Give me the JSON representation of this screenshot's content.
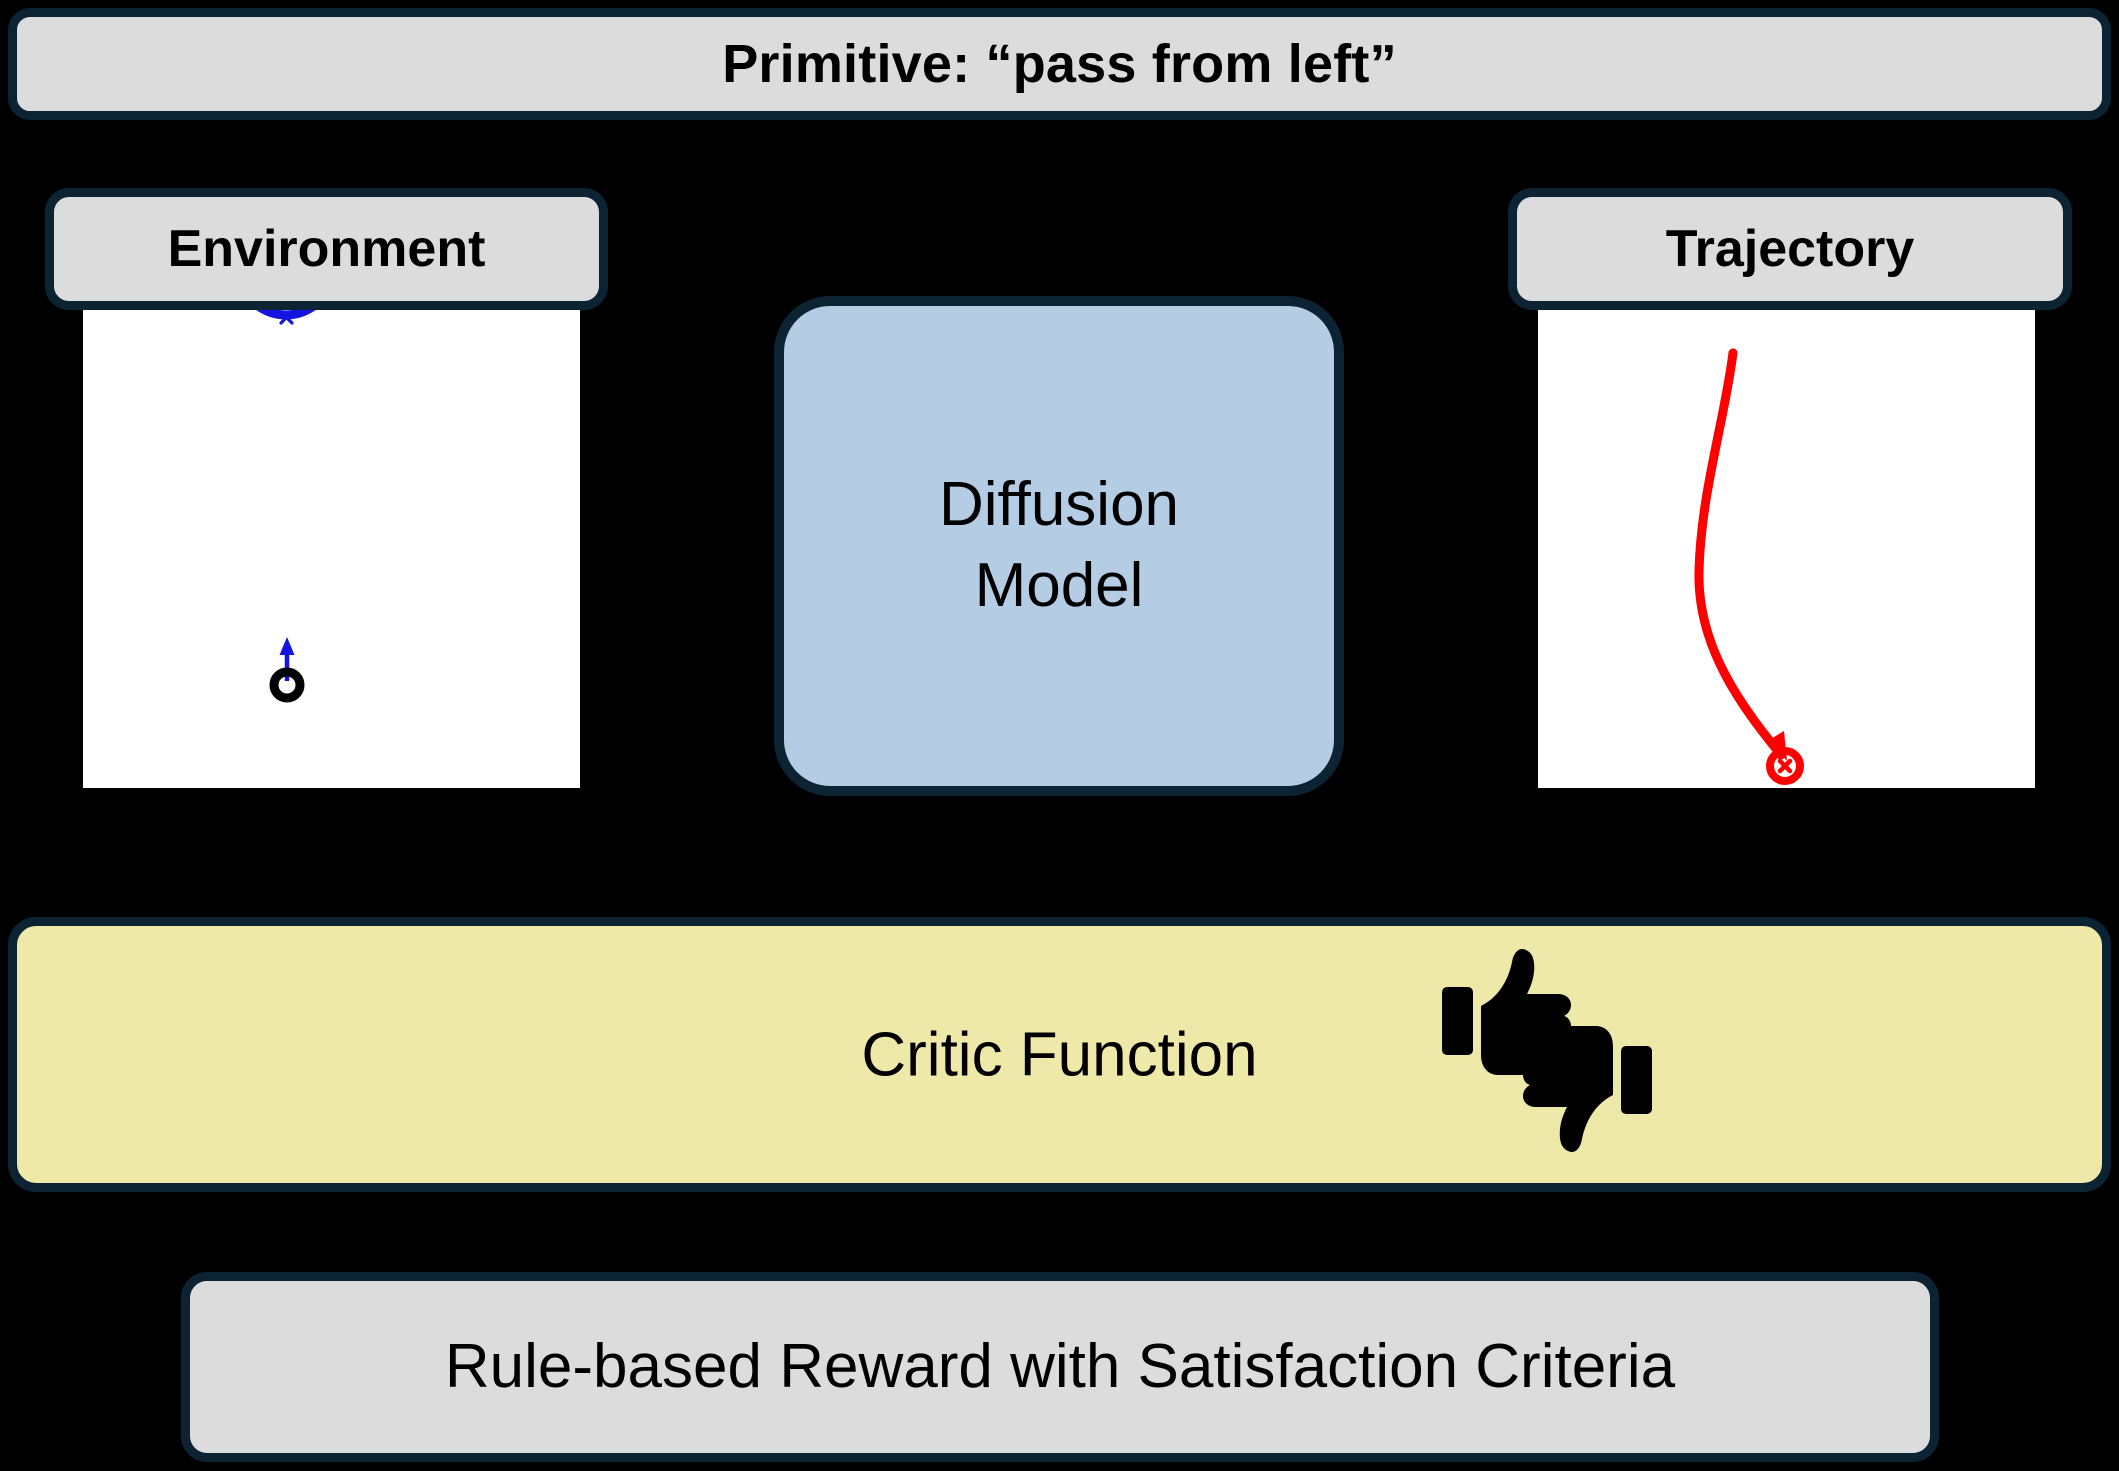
{
  "title": {
    "text": "Primitive: “pass from left”"
  },
  "panels": {
    "environment": {
      "header": "Environment",
      "goal_marker": "x",
      "goal_color": "#1414E1",
      "agent_color": "#000000",
      "heading_arrow_color": "#1414E1",
      "canvas_color": "#FFFFFF"
    },
    "trajectory": {
      "header": "Trajectory",
      "path_color": "#FF0000",
      "end_marker": "x",
      "canvas_color": "#FFFFFF"
    }
  },
  "model": {
    "line1": "Diffusion",
    "line2": "Model",
    "fill_color": "#B4CCE4"
  },
  "critic": {
    "label": "Critic Function",
    "fill_color": "#EEE8A9",
    "icons": [
      "thumbs-up-icon",
      "thumbs-down-icon"
    ]
  },
  "reward": {
    "label": "Rule-based Reward with Satisfaction Criteria"
  },
  "theme": {
    "background": "#000000",
    "border_color": "#0C2333",
    "plate_fill": "#DCDCDC"
  },
  "chart_data": {
    "type": "line",
    "title": "Trajectory",
    "xlabel": "",
    "ylabel": "",
    "xlim": [
      0,
      497
    ],
    "ylim": [
      0,
      485
    ],
    "grid": false,
    "legend": "none",
    "series": [
      {
        "name": "generated trajectory",
        "color": "#FF0000",
        "x": [
          195,
          188,
          178,
          168,
          162,
          160,
          167,
          183,
          204,
          228,
          247
        ],
        "y": [
          50,
          100,
          160,
          215,
          255,
          290,
          330,
          375,
          415,
          450,
          462
        ]
      }
    ],
    "annotations": [
      {
        "name": "start-point",
        "x": 195,
        "y": 50,
        "marker": "dot"
      },
      {
        "name": "end-point",
        "x": 247,
        "y": 462,
        "marker": "circle-x"
      }
    ],
    "environment_markers": [
      {
        "name": "goal-circle",
        "x": 203,
        "y": -35,
        "r": 47,
        "marker": "x",
        "color": "#1414E1"
      },
      {
        "name": "agent",
        "x": 204,
        "y": 382,
        "r": 13,
        "heading": "up",
        "color": "#000000"
      }
    ]
  }
}
